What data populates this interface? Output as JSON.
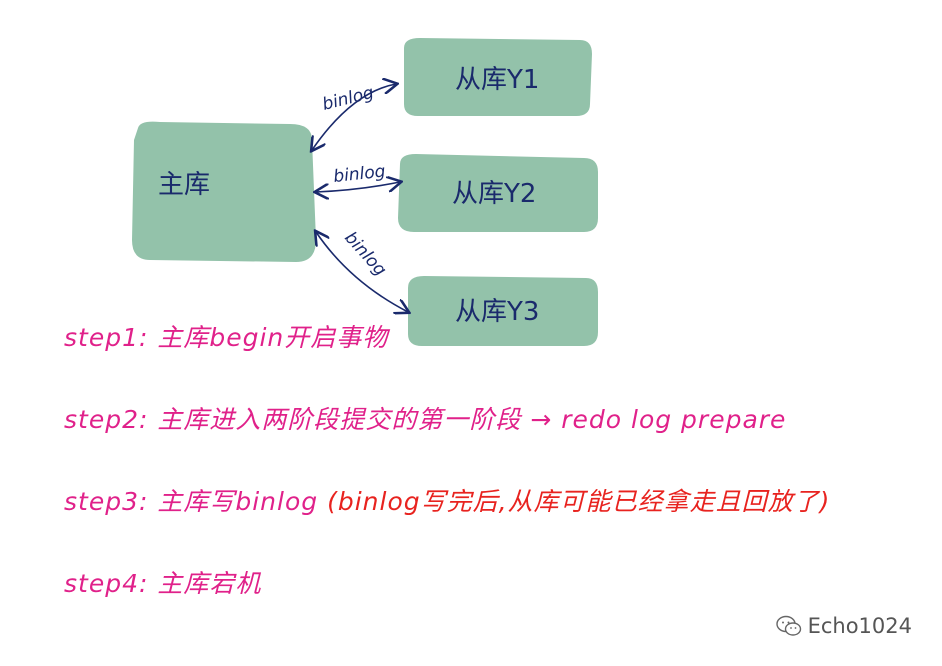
{
  "diagram": {
    "nodes": {
      "master": "主库",
      "slave1": "从库Y1",
      "slave2": "从库Y2",
      "slave3": "从库Y3"
    },
    "edges": {
      "e1": "binlog",
      "e2": "binlog",
      "e3": "binlog"
    }
  },
  "steps": [
    {
      "label": "step1:",
      "text": "主库begin开启事物",
      "extra": ""
    },
    {
      "label": "step2:",
      "text": "主库进入两阶段提交的第一阶段",
      "extra": "→ redo log prepare"
    },
    {
      "label": "step3:",
      "text": "主库写binlog",
      "extra": "(binlog写完后,从库可能已经拿走且回放了)"
    },
    {
      "label": "step4:",
      "text": "主库宕机",
      "extra": ""
    }
  ],
  "colors": {
    "box_fill": "#93c2aa",
    "ink_blue": "#1a2a6c",
    "step_magenta": "#e0218a",
    "note_red": "#e8231f"
  },
  "watermark": {
    "icon": "wechat-icon",
    "text": "Echo1024"
  }
}
